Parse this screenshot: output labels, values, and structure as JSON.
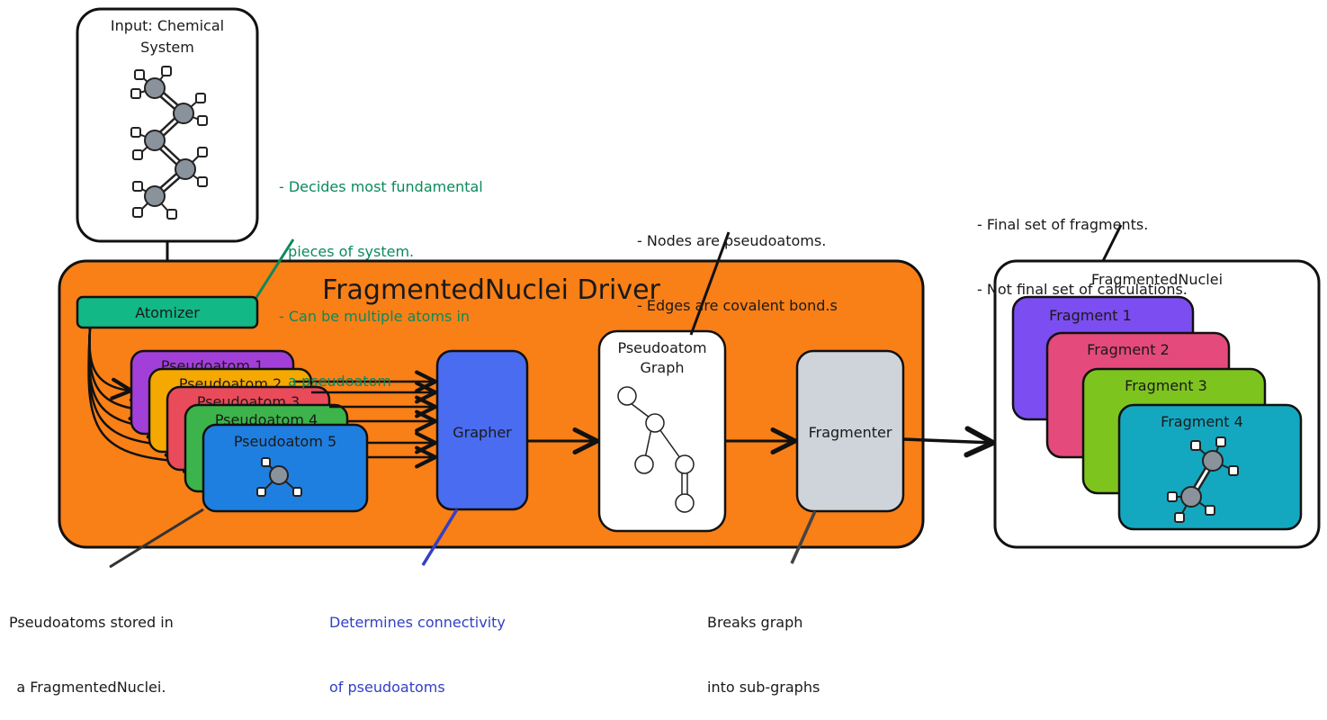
{
  "input_box": {
    "title_line1": "Input: Chemical",
    "title_line2": "System"
  },
  "atomizer_note": {
    "line1": "- Decides most fundamental",
    "line2": "  pieces of system.",
    "line3": "- Can be multiple atoms in",
    "line4": "  a pseudoatom"
  },
  "graph_note": {
    "line1": "- Nodes are pseudoatoms.",
    "line2": "- Edges are covalent bond.s"
  },
  "fragments_note": {
    "line1": "- Final set of fragments.",
    "line2": "- Not final set of calculations."
  },
  "driver": {
    "title": "FragmentedNuclei Driver"
  },
  "atomizer": {
    "label": "Atomizer"
  },
  "pseudoatoms": [
    {
      "label": "Pseudoatom 1",
      "color": "#a33fd9"
    },
    {
      "label": "Pseudoatom 2",
      "color": "#f5a800"
    },
    {
      "label": "Pseudoatom 3",
      "color": "#e94b5a"
    },
    {
      "label": "Pseudoatom 4",
      "color": "#3cb44b"
    },
    {
      "label": "Pseudoatom 5",
      "color": "#1f7fe0"
    }
  ],
  "grapher": {
    "label": "Grapher",
    "color": "#4a6cf0"
  },
  "pseudoatom_graph": {
    "line1": "Pseudoatom",
    "line2": "Graph"
  },
  "fragmenter": {
    "label": "Fragmenter",
    "color": "#cfd4db"
  },
  "output_box": {
    "title": "FragmentedNuclei"
  },
  "fragments": [
    {
      "label": "Fragment 1",
      "color": "#7c4df0"
    },
    {
      "label": "Fragment 2",
      "color": "#e44a7c"
    },
    {
      "label": "Fragment 3",
      "color": "#7ec41f"
    },
    {
      "label": "Fragment 4",
      "color": "#14a8c0"
    }
  ],
  "bottom_notes": {
    "pseudoatoms_line1": "Pseudoatoms stored in",
    "pseudoatoms_line2": "a FragmentedNuclei.",
    "grapher_line1": "Determines connectivity",
    "grapher_line2": "of pseudoatoms",
    "fragmenter_line1": "Breaks graph",
    "fragmenter_line2": "into sub-graphs"
  },
  "colors": {
    "driver_fill": "#f97f17",
    "atomizer_fill": "#12b886",
    "note_green": "#0b8a5b",
    "note_blue": "#3340c4"
  }
}
